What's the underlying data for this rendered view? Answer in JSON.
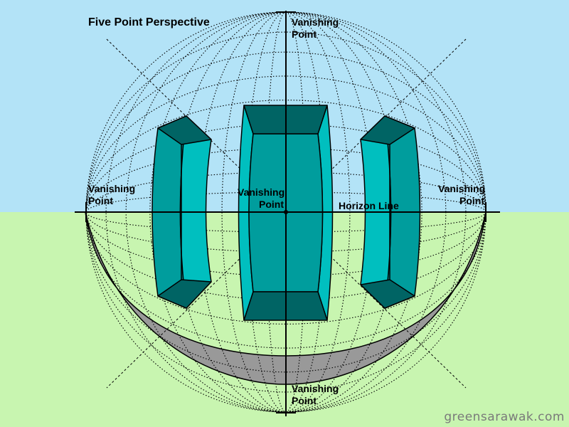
{
  "title": "Five Point Perspective",
  "labels": {
    "vp_top_line1": "Vanishing",
    "vp_top_line2": "Point",
    "vp_left_line1": "Vanishing",
    "vp_left_line2": "Point",
    "vp_center_line1": "Vanishing",
    "vp_center_line2": "Point",
    "vp_right_line1": "Vanishing",
    "vp_right_line2": "Point",
    "vp_bottom_line1": "Vanishing",
    "vp_bottom_line2": "Point",
    "horizon": "Horizon Line"
  },
  "watermark": "greensarawak.com",
  "colors": {
    "sky": "#b3e3f7",
    "ground": "#c8f5b0",
    "box_face_light": "#00bfbf",
    "box_face_mid": "#009d9d",
    "box_face_dark": "#006464",
    "ring": "#999999"
  }
}
